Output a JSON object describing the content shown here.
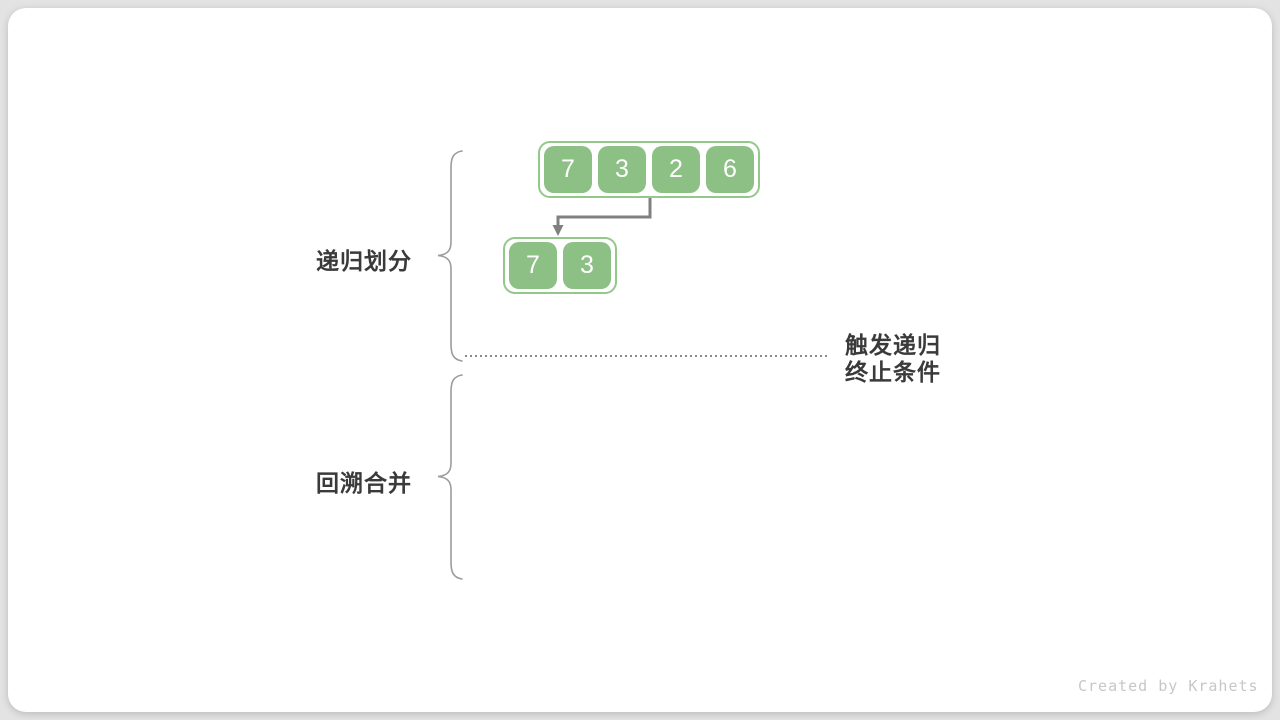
{
  "colors": {
    "page_bg": "#e3e3e3",
    "card_bg": "#ffffff",
    "cell_fill": "#8cc084",
    "cell_text": "#ffffff",
    "container_border": "#94c88a",
    "arrow": "#808080",
    "brace": "#9c9c9c",
    "dotted": "#8a8a8a",
    "label_text": "#3a3a3a",
    "watermark_text": "#c7c7c7"
  },
  "diagram": {
    "phases": [
      {
        "label": "递归划分"
      },
      {
        "label": "回溯合并"
      }
    ],
    "arrays": [
      {
        "name": "level-1-array",
        "values": [
          "7",
          "3",
          "2",
          "6"
        ]
      },
      {
        "name": "level-2-array",
        "values": [
          "7",
          "3"
        ]
      }
    ],
    "annotation": {
      "line1": "触发递归",
      "line2": "终止条件"
    },
    "watermark": "Created by Krahets"
  }
}
